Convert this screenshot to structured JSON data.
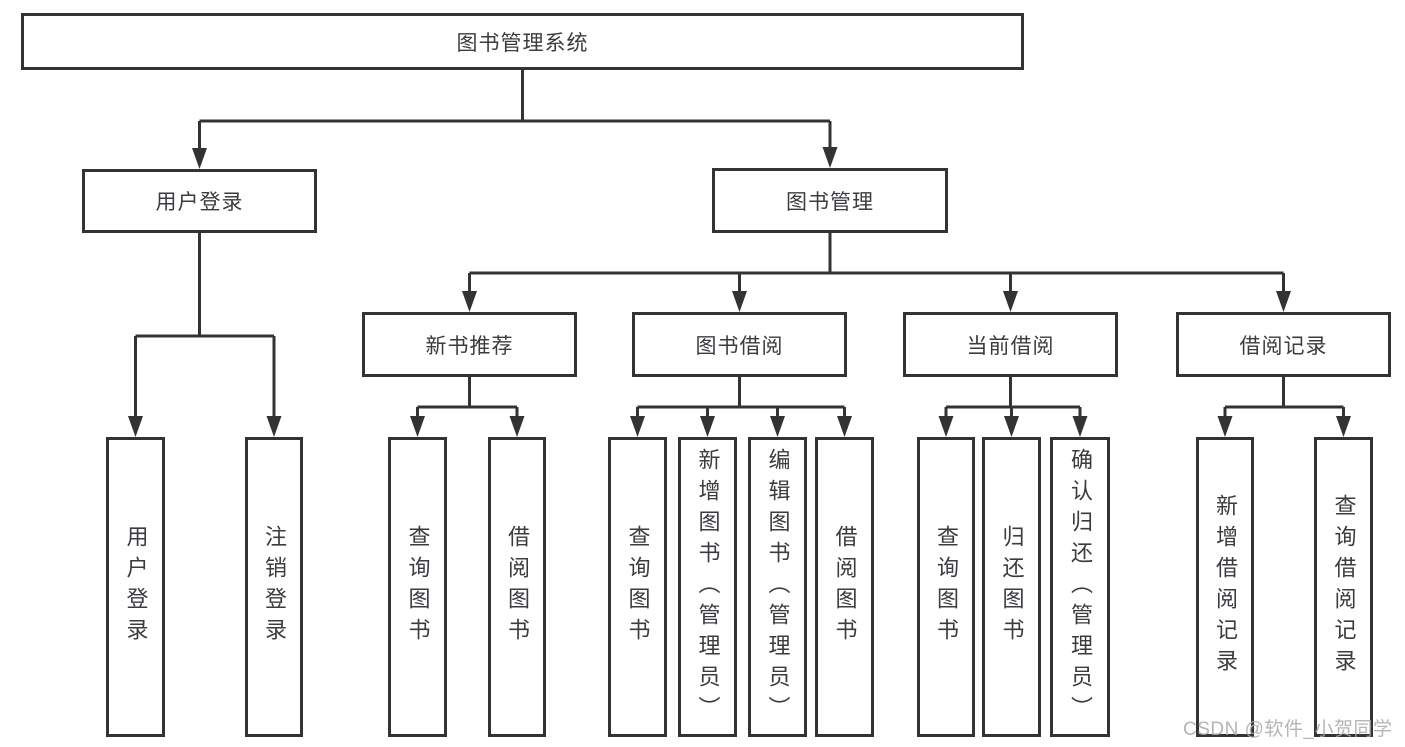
{
  "diagram": {
    "root": "图书管理系统",
    "branches": [
      {
        "label": "用户登录",
        "children": [
          {
            "label": "用户登录"
          },
          {
            "label": "注销登录"
          }
        ]
      },
      {
        "label": "图书管理",
        "children": [
          {
            "label": "新书推荐",
            "children": [
              {
                "label": "查询图书"
              },
              {
                "label": "借阅图书"
              }
            ]
          },
          {
            "label": "图书借阅",
            "children": [
              {
                "label": "查询图书"
              },
              {
                "label": "新增图书（管理员）"
              },
              {
                "label": "编辑图书（管理员）"
              },
              {
                "label": "借阅图书"
              }
            ]
          },
          {
            "label": "当前借阅",
            "children": [
              {
                "label": "查询图书"
              },
              {
                "label": "归还图书"
              },
              {
                "label": "确认归还（管理员）"
              }
            ]
          },
          {
            "label": "借阅记录",
            "children": [
              {
                "label": "新增借阅记录"
              },
              {
                "label": "查询借阅记录"
              }
            ]
          }
        ]
      }
    ]
  },
  "watermark": "CSDN @软件_小贺同学",
  "colors": {
    "line": "#333333",
    "text": "#3b3b40",
    "background": "#ffffff",
    "watermark": "#a9a9a9"
  }
}
